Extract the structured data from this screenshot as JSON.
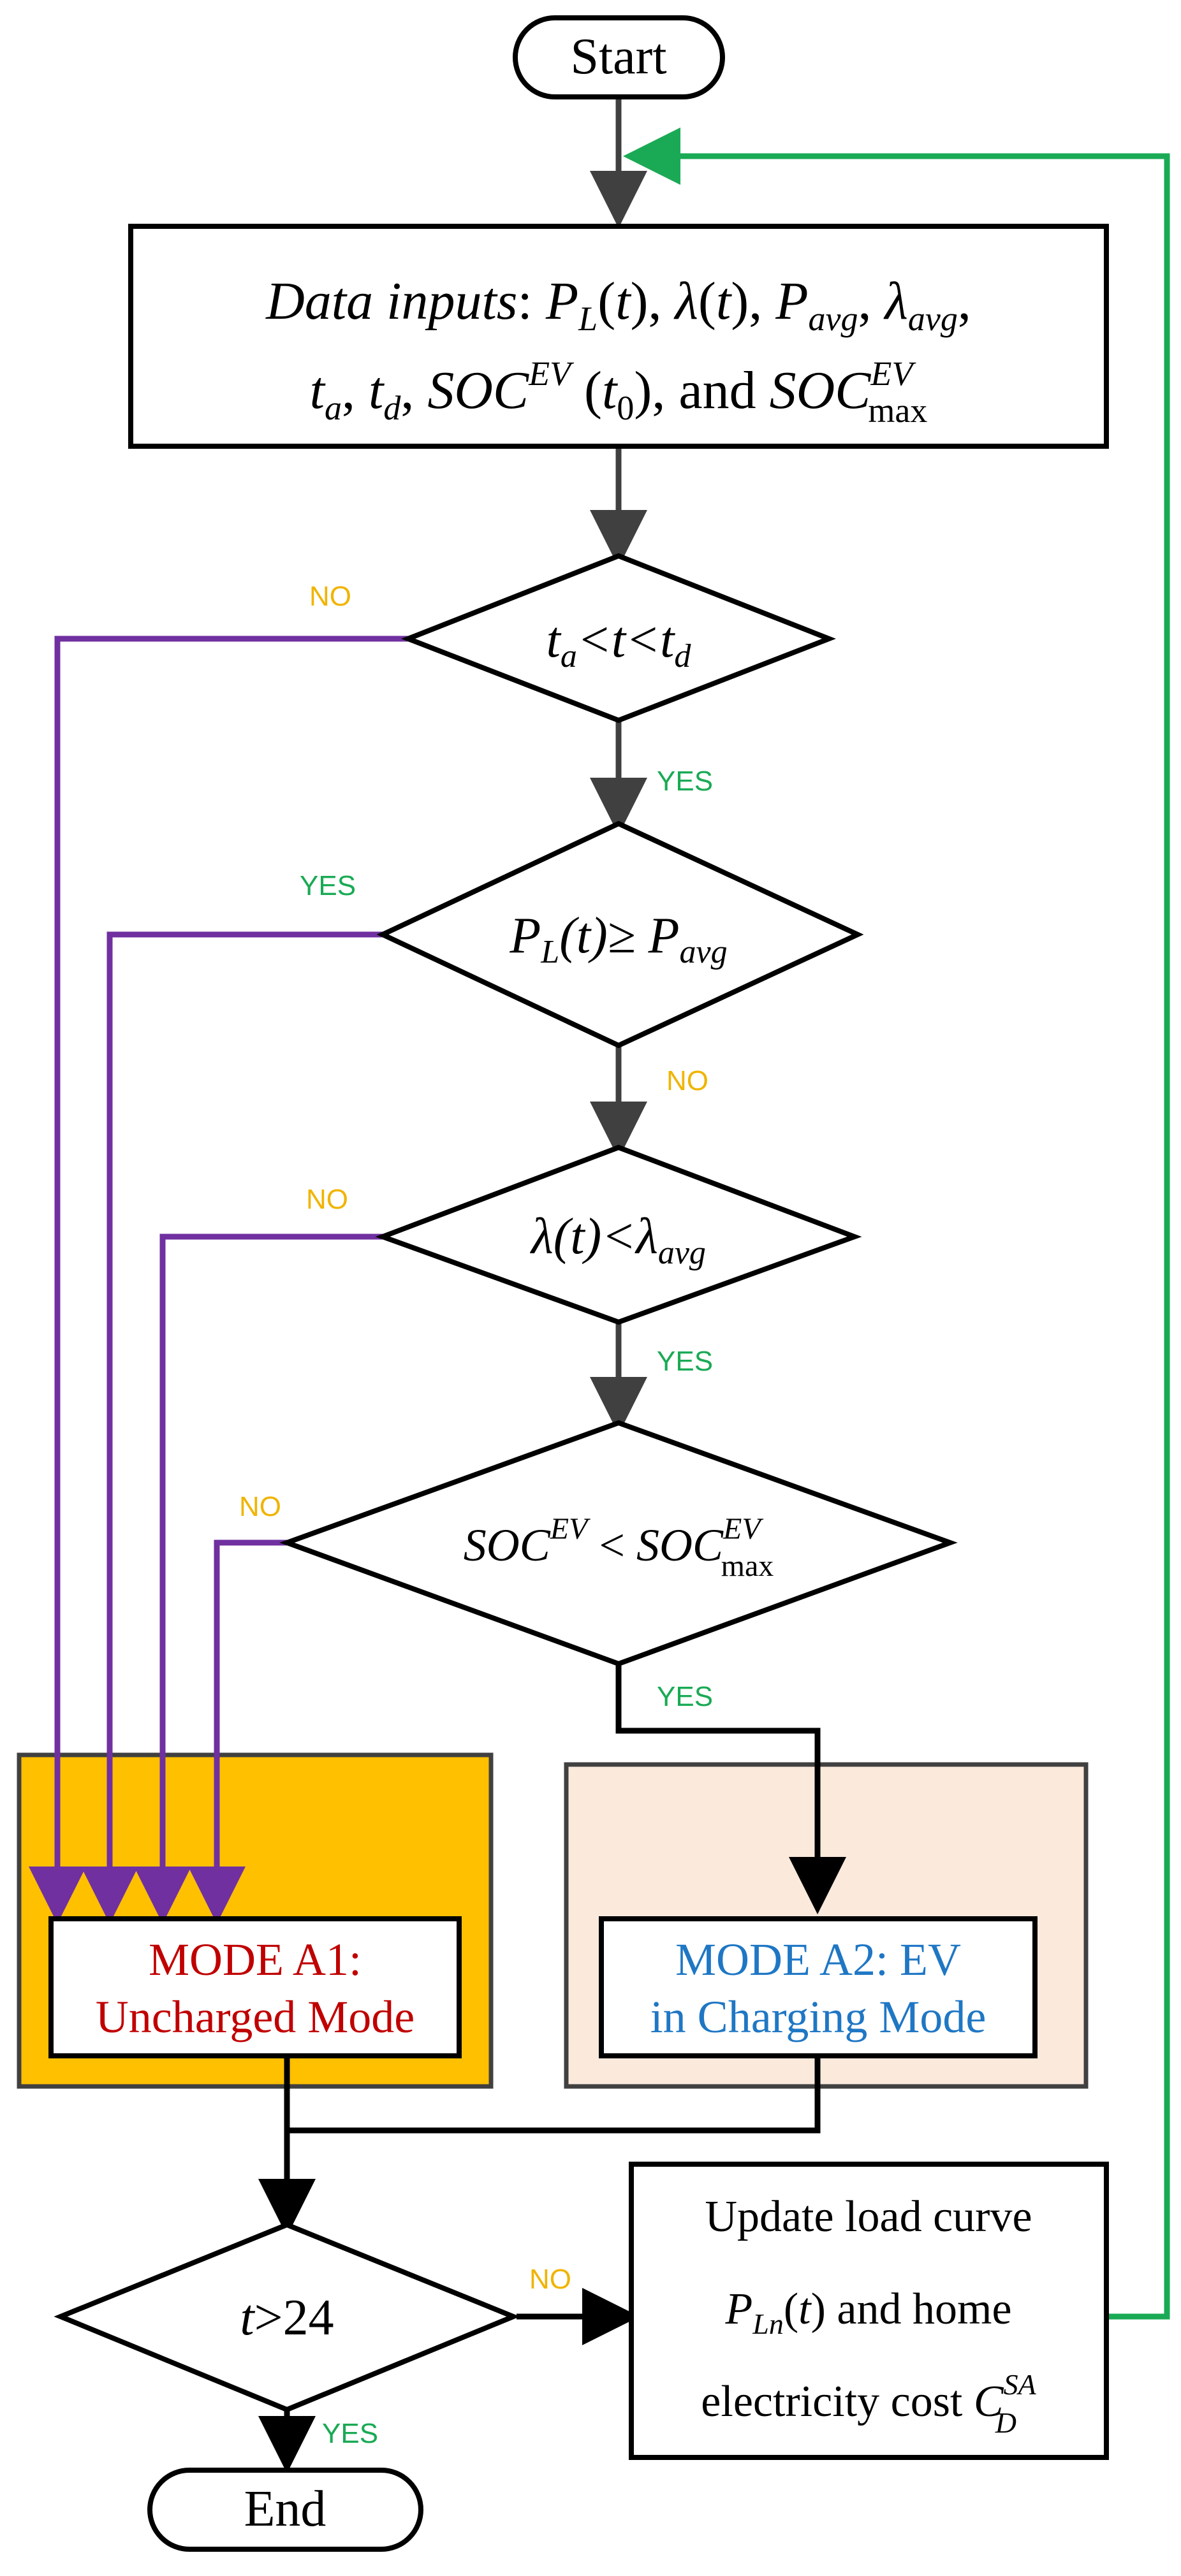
{
  "colors": {
    "arrow_gray": "#404040",
    "loop_green": "#1aaa55",
    "mode_purple": "#7030a0",
    "yes_green": "#1aaa55",
    "no_orange": "#f0b400",
    "mode_a1_bg": "#ffc000",
    "mode_a2_bg": "#fbe9dc",
    "mode_a1_text": "#c00000",
    "mode_a2_text": "#1f77c4"
  },
  "nodes": {
    "start": "Start",
    "end": "End",
    "data_inputs": {
      "line1_prefix": "Data inputs",
      "line1": ": P_L(t), λ(t), P_avg, λ_avg,",
      "line2": "t_a, t_d, SOC^EV(t_0), and SOC^EV_max"
    },
    "decision_time": "t_a < t < t_d",
    "decision_load": "P_L(t) ≥ P_avg",
    "decision_price": "λ(t) < λ_avg",
    "decision_soc": "SOC^EV < SOC^EV_max",
    "decision_end": "t>24",
    "mode_a1": {
      "line1": "MODE A1:",
      "line2": "Uncharged Mode"
    },
    "mode_a2": {
      "line1": "MODE A2: EV",
      "line2": "in Charging Mode"
    },
    "update": {
      "line1": "Update load curve",
      "line2_suffix": "and home",
      "line3": "electricity cost"
    }
  },
  "edge_labels": {
    "time_no": "NO",
    "time_yes": "YES",
    "load_yes": "YES",
    "load_no": "NO",
    "price_no": "NO",
    "price_yes": "YES",
    "soc_no": "NO",
    "soc_yes": "YES",
    "end_no": "NO",
    "end_yes": "YES"
  }
}
